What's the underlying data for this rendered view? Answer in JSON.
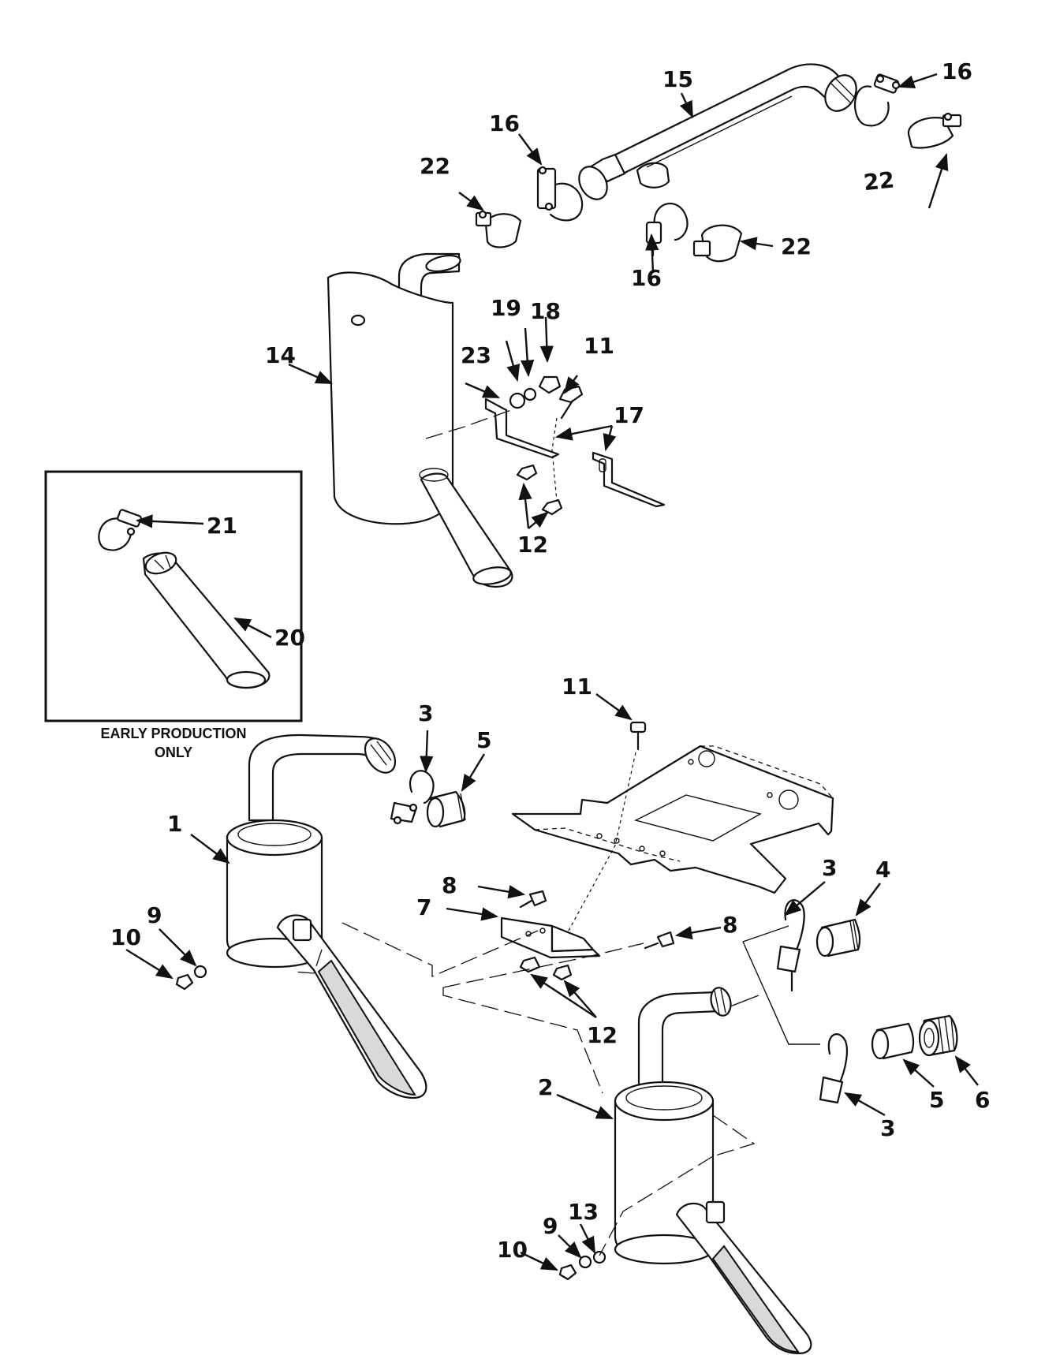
{
  "callouts": [
    "1",
    "2",
    "3",
    "4",
    "5",
    "6",
    "7",
    "8",
    "9",
    "10",
    "11",
    "12",
    "13",
    "14",
    "15",
    "16",
    "17",
    "18",
    "19",
    "20",
    "21",
    "22",
    "23"
  ],
  "inset": {
    "caption_line1": "EARLY PRODUCTION",
    "caption_line2": "ONLY"
  },
  "colors": {
    "ink": "#111111",
    "paper": "#ffffff",
    "shade": "#d9d9d9"
  }
}
